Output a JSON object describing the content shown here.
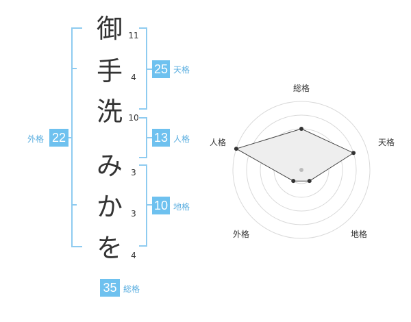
{
  "name_chars": [
    {
      "char": "御",
      "strokes": "11"
    },
    {
      "char": "手",
      "strokes": "4"
    },
    {
      "char": "洗",
      "strokes": "10"
    },
    {
      "char": "み",
      "strokes": "3"
    },
    {
      "char": "か",
      "strokes": "3"
    },
    {
      "char": "を",
      "strokes": "4"
    }
  ],
  "fortune": {
    "tenkaku": {
      "value": "25",
      "label": "天格"
    },
    "jinkaku": {
      "value": "13",
      "label": "人格"
    },
    "chikaku": {
      "value": "10",
      "label": "地格"
    },
    "gaikaku": {
      "value": "22",
      "label": "外格"
    },
    "soukaku": {
      "value": "35",
      "label": "総格"
    }
  },
  "colors": {
    "accent": "#6ec1ef",
    "bracket": "#8ecbf0",
    "label": "#5aaee0"
  },
  "chart_data": {
    "type": "radar",
    "axes": [
      "総格",
      "天格",
      "地格",
      "外格",
      "人格"
    ],
    "values": [
      0.6,
      0.8,
      0.2,
      0.2,
      1.0
    ],
    "rings": 5,
    "range": [
      0,
      1
    ]
  }
}
